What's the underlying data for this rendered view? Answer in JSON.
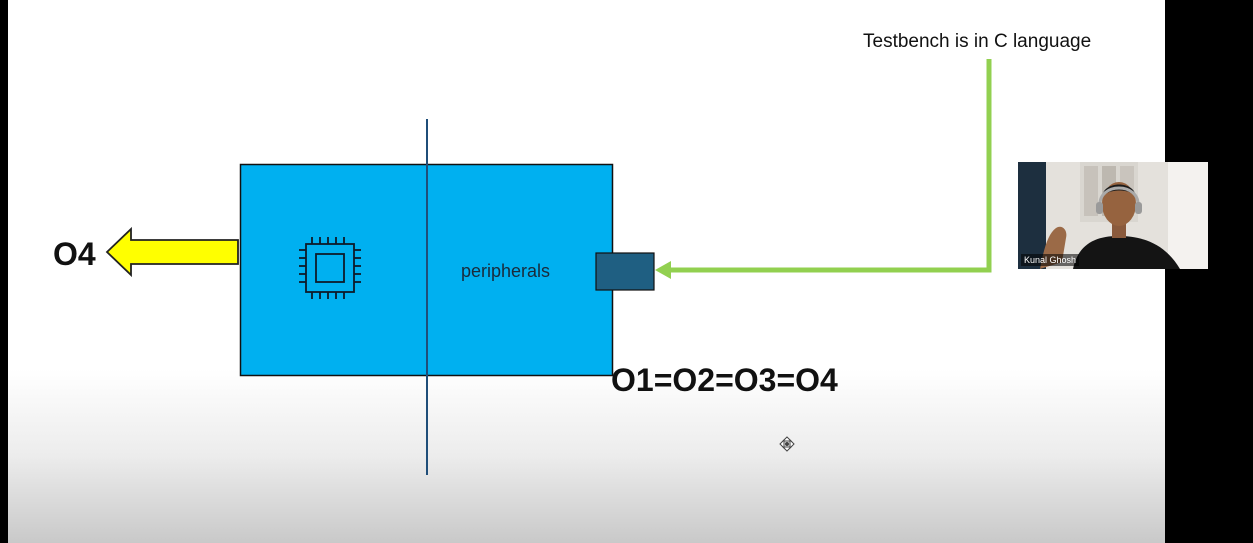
{
  "slide": {
    "note": "Testbench is in C language",
    "output_label": "O4",
    "block_label": "peripherals",
    "equation": "O1=O2=O3=O4"
  },
  "icons": {
    "processor": "cpu-chip-icon",
    "cursor": "move-cursor-icon"
  },
  "colors": {
    "block_fill": "#00b0f0",
    "peripheral_port": "#1f5f82",
    "green_connector": "#92d050",
    "output_arrow": "#ffff00",
    "divider_line": "#1f4e79"
  },
  "webcam": {
    "participant_name": "Kunal Ghosh"
  }
}
